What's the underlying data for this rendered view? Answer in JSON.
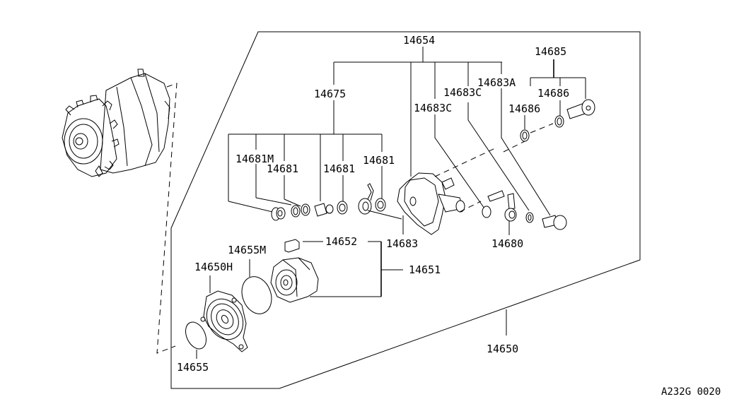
{
  "diagram": {
    "title": "Alternator rear cover / brush & regulator parts",
    "drawing_code": "A232G 0020",
    "labels": {
      "p14654": "14654",
      "p14685": "14685",
      "p14675": "14675",
      "p14683A": "14683A",
      "p14683C_a": "14683C",
      "p14683C_b": "14683C",
      "p14686_a": "14686",
      "p14686_b": "14686",
      "p14681M": "14681M",
      "p14681_a": "14681",
      "p14681_b": "14681",
      "p14681_c": "14681",
      "p14683": "14683",
      "p14680": "14680",
      "p14652": "14652",
      "p14651": "14651",
      "p14655M": "14655M",
      "p14650H": "14650H",
      "p14655": "14655",
      "p14650": "14650"
    }
  }
}
